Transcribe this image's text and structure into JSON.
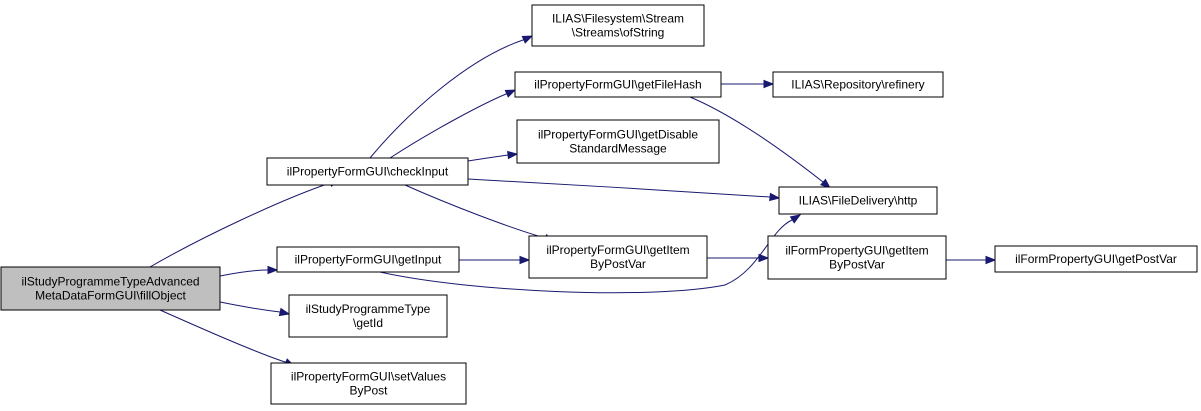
{
  "diagram": {
    "nodes": [
      {
        "id": "root",
        "lines": [
          "ilStudyProgrammeTypeAdvanced",
          "MetaDataFormGUI\\fillObject"
        ],
        "highlight": true
      },
      {
        "id": "checkInput",
        "lines": [
          "ilPropertyFormGUI\\checkInput"
        ]
      },
      {
        "id": "getInput",
        "lines": [
          "ilPropertyFormGUI\\getInput"
        ]
      },
      {
        "id": "getId",
        "lines": [
          "ilStudyProgrammeType",
          "\\getId"
        ]
      },
      {
        "id": "setValuesByPost",
        "lines": [
          "ilPropertyFormGUI\\setValues",
          "ByPost"
        ]
      },
      {
        "id": "ofString",
        "lines": [
          "ILIAS\\Filesystem\\Stream",
          "\\Streams\\ofString"
        ]
      },
      {
        "id": "getFileHash",
        "lines": [
          "ilPropertyFormGUI\\getFileHash"
        ]
      },
      {
        "id": "getDisableStandardMessage",
        "lines": [
          "ilPropertyFormGUI\\getDisable",
          "StandardMessage"
        ]
      },
      {
        "id": "getItemByPostVar",
        "lines": [
          "ilPropertyFormGUI\\getItem",
          "ByPostVar"
        ]
      },
      {
        "id": "refinery",
        "lines": [
          "ILIAS\\Repository\\refinery"
        ]
      },
      {
        "id": "http",
        "lines": [
          "ILIAS\\FileDelivery\\http"
        ]
      },
      {
        "id": "formPropGetItem",
        "lines": [
          "ilFormPropertyGUI\\getItem",
          "ByPostVar"
        ]
      },
      {
        "id": "getPostVar",
        "lines": [
          "ilFormPropertyGUI\\getPostVar"
        ]
      }
    ],
    "edges": [
      {
        "from": "root",
        "to": "checkInput"
      },
      {
        "from": "root",
        "to": "getInput"
      },
      {
        "from": "root",
        "to": "getId"
      },
      {
        "from": "root",
        "to": "setValuesByPost"
      },
      {
        "from": "checkInput",
        "to": "ofString"
      },
      {
        "from": "checkInput",
        "to": "getFileHash"
      },
      {
        "from": "checkInput",
        "to": "getDisableStandardMessage"
      },
      {
        "from": "checkInput",
        "to": "http"
      },
      {
        "from": "checkInput",
        "to": "getItemByPostVar"
      },
      {
        "from": "getFileHash",
        "to": "refinery"
      },
      {
        "from": "getFileHash",
        "to": "http"
      },
      {
        "from": "getInput",
        "to": "getItemByPostVar"
      },
      {
        "from": "getInput",
        "to": "http"
      },
      {
        "from": "getItemByPostVar",
        "to": "formPropGetItem"
      },
      {
        "from": "formPropGetItem",
        "to": "getPostVar"
      }
    ],
    "colors": {
      "edge": "#191970",
      "highlight_fill": "#bfbfbf",
      "box_stroke": "#000000"
    }
  }
}
